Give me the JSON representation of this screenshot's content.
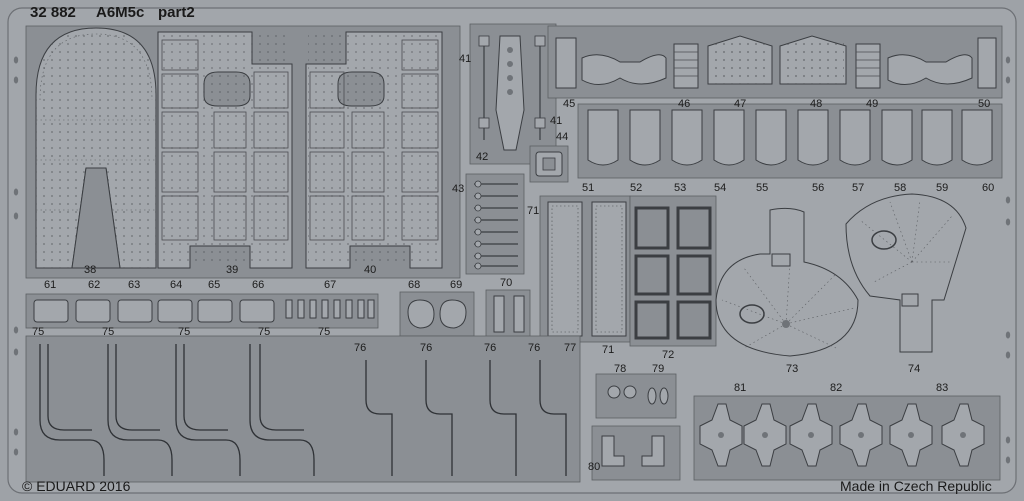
{
  "header": {
    "kit_number": "32 882",
    "aircraft": "A6M5c",
    "part": "part2"
  },
  "footer": {
    "copyright": "© EDUARD 2016",
    "origin": "Made in Czech Republic"
  },
  "part_labels": [
    "38",
    "39",
    "40",
    "41",
    "41",
    "42",
    "43",
    "44",
    "45",
    "46",
    "47",
    "48",
    "49",
    "50",
    "51",
    "52",
    "53",
    "54",
    "55",
    "56",
    "57",
    "58",
    "59",
    "60",
    "61",
    "62",
    "63",
    "64",
    "65",
    "66",
    "67",
    "68",
    "69",
    "70",
    "71",
    "71",
    "72",
    "73",
    "74",
    "75",
    "75",
    "75",
    "75",
    "75",
    "76",
    "76",
    "76",
    "76",
    "77",
    "78",
    "79",
    "80",
    "81",
    "82",
    "83"
  ],
  "colors": {
    "metal": "#9ea2a7",
    "cutout": "#84888d",
    "line": "#3b3e42",
    "rivet": "#4a4d51"
  }
}
